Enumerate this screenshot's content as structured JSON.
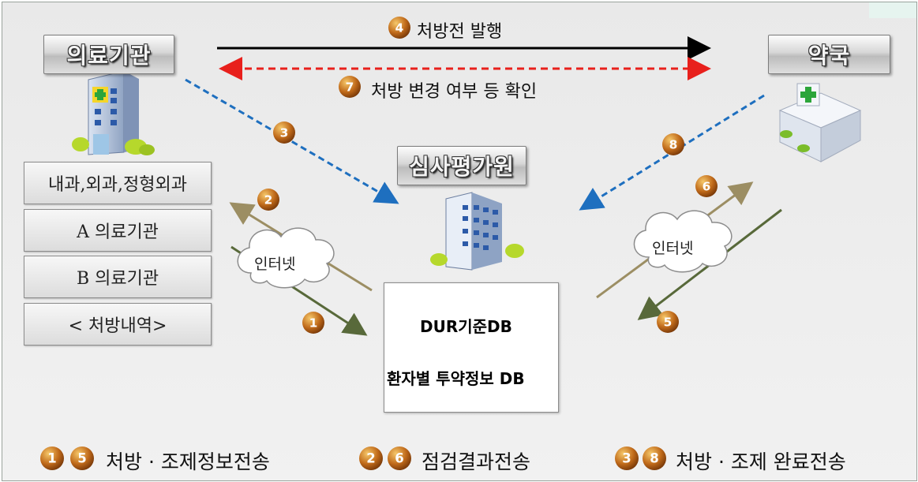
{
  "institution_label": "의료기관",
  "pharmacy_label": "약국",
  "hira_label": "심사평가원",
  "departments": [
    "내과,외과,정형외과",
    "A 의료기관",
    "B 의료기관",
    "< 처방내역>"
  ],
  "step_4_text": "처방전 발행",
  "step_7_text": "처방 변경 여부 등 확인",
  "internet_label": "인터넷",
  "db_labels": [
    "DUR기준DB",
    "환자별 투약정보 DB"
  ],
  "badges": [
    "1",
    "2",
    "3",
    "4",
    "5",
    "6",
    "7",
    "8"
  ],
  "legend": [
    {
      "badges": [
        "1",
        "5"
      ],
      "text": "처방 · 조제정보전송"
    },
    {
      "badges": [
        "2",
        "6"
      ],
      "text": "점검결과전송"
    },
    {
      "badges": [
        "3",
        "8"
      ],
      "text": "처방 · 조제 완료전송"
    }
  ],
  "colors": {
    "blue_dash": "#1e6fbf",
    "red_dash": "#e8201c",
    "olive_up": "#9c8e63",
    "olive_down": "#58693a",
    "badge": "#b5611a"
  }
}
